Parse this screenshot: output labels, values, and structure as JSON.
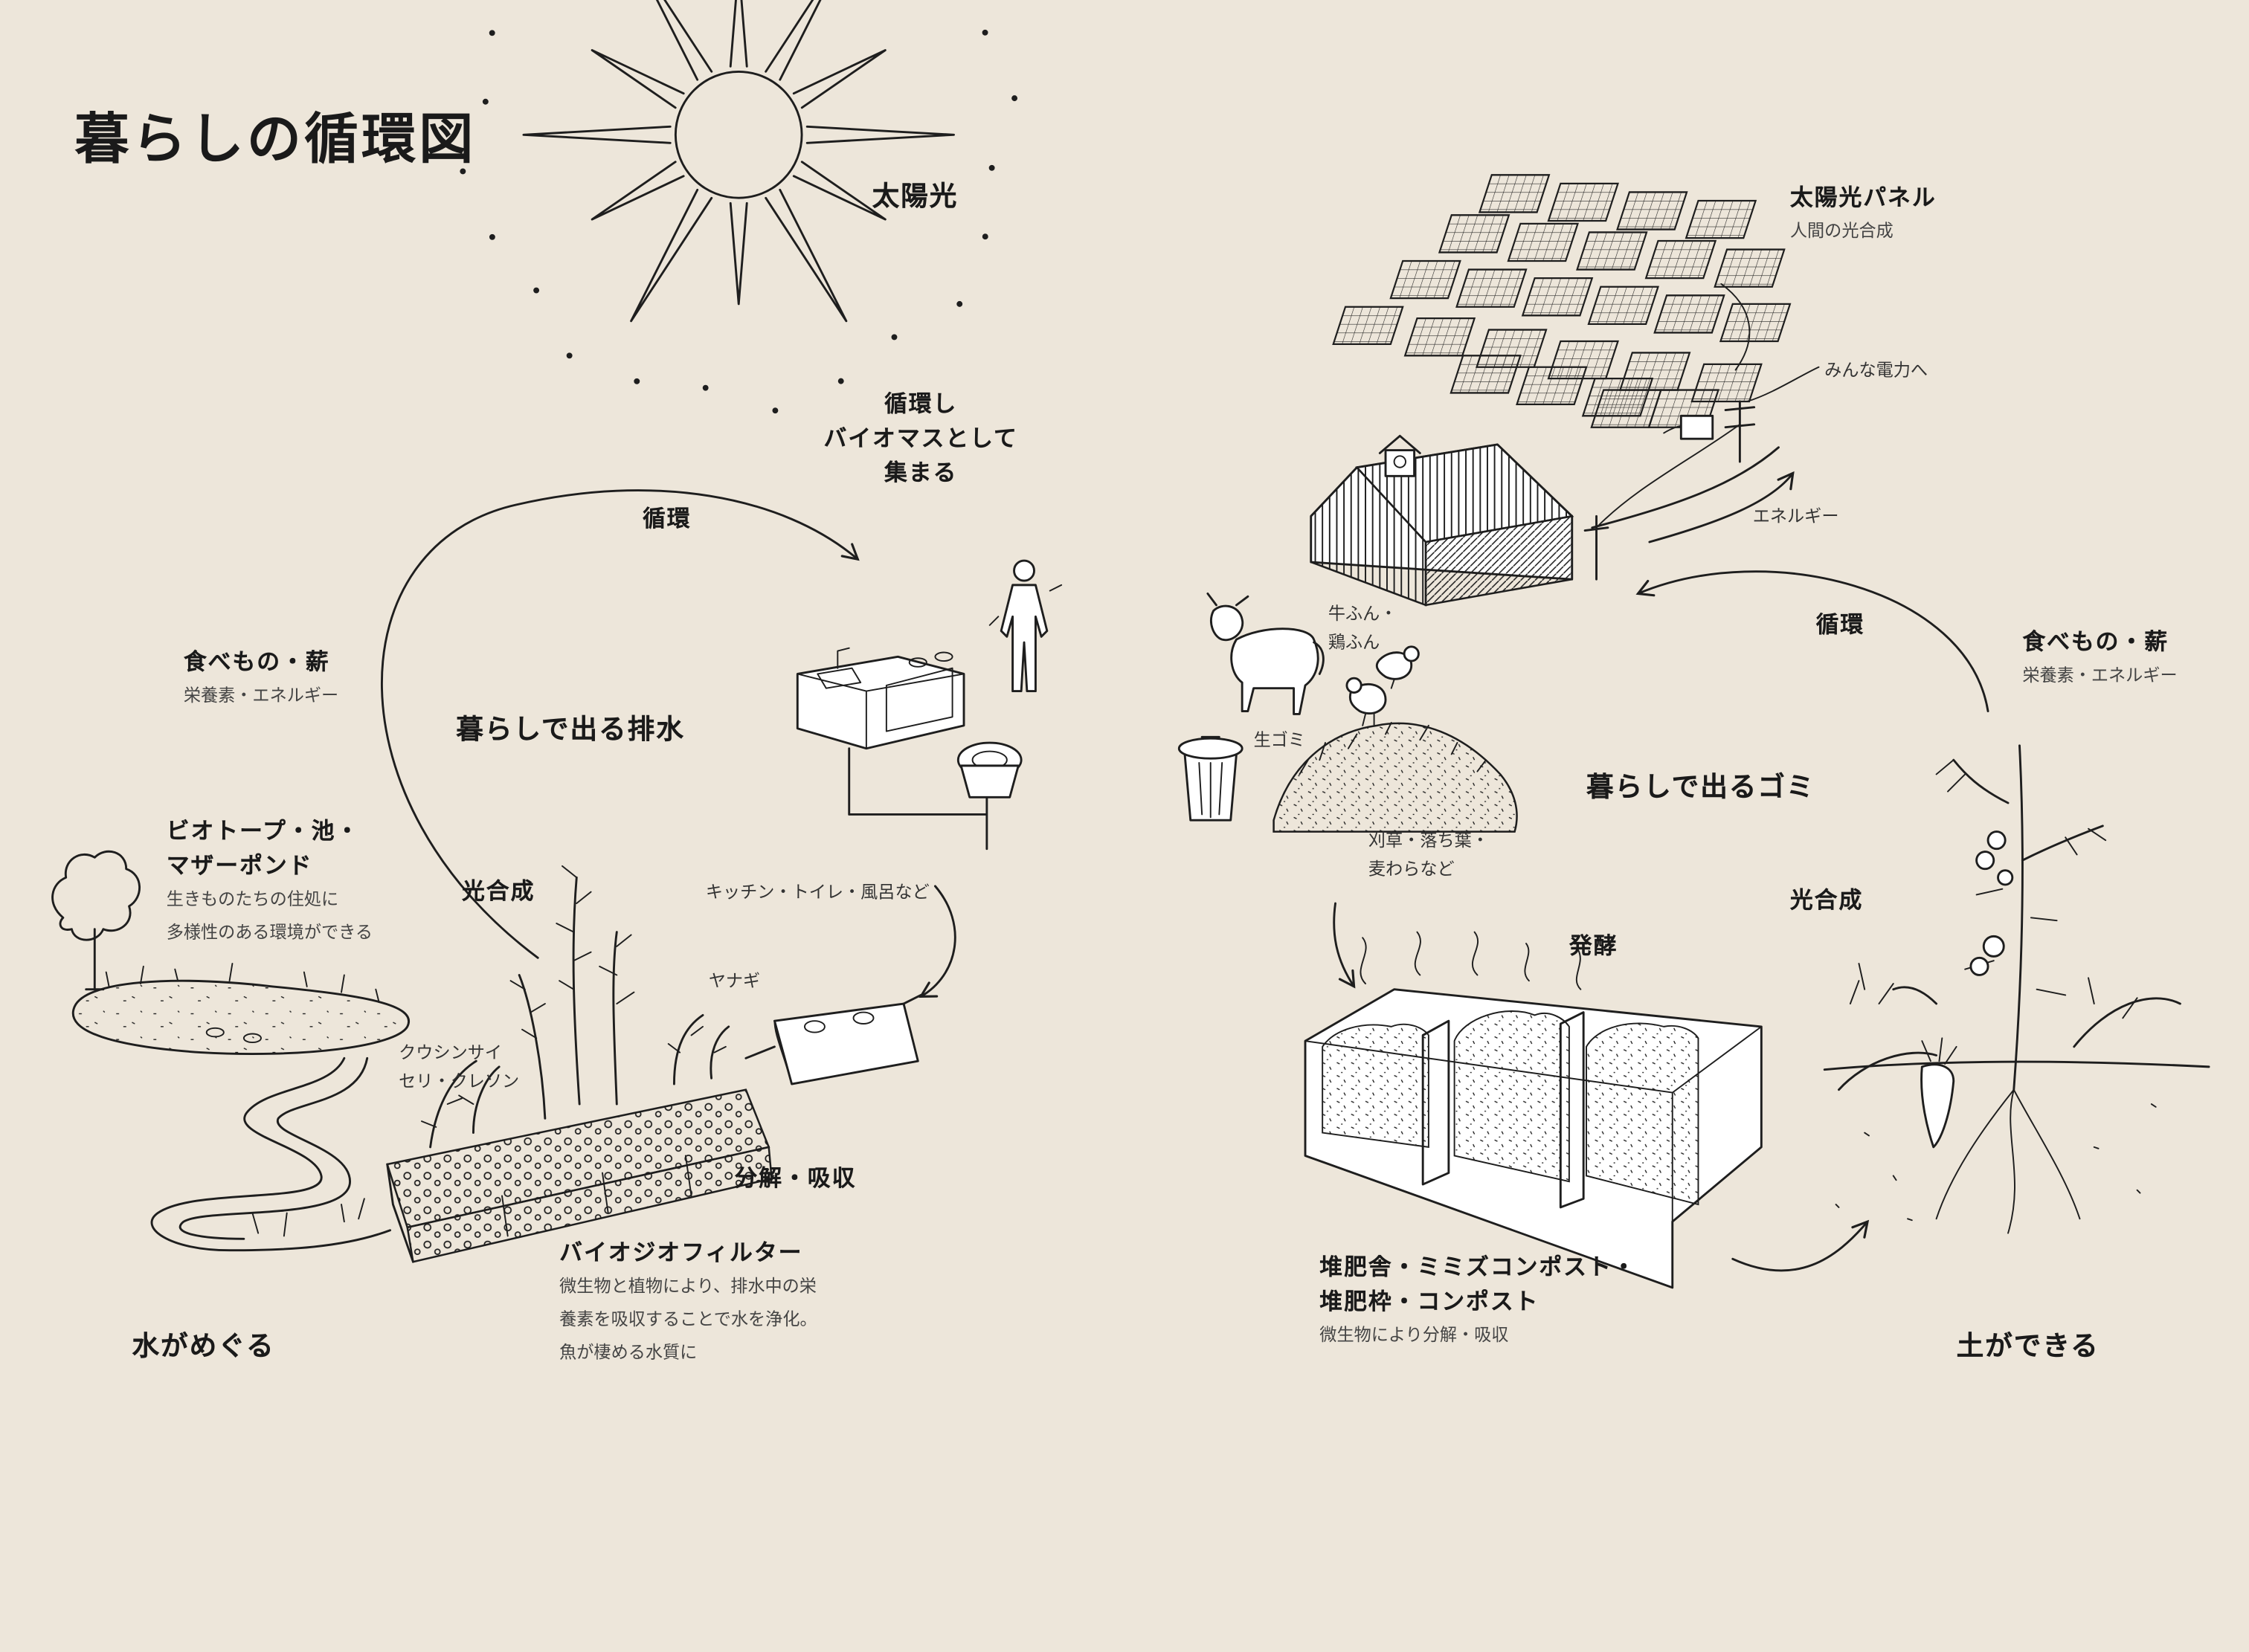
{
  "title": "暮らしの循環図",
  "sun": {
    "label": "太陽光"
  },
  "solar_panel": {
    "title": "太陽光パネル",
    "subtitle": "人間の光合成",
    "to_everyone": "みんな電力へ",
    "energy": "エネルギー"
  },
  "collect": {
    "line1": "循環し",
    "line2": "バイオマスとして",
    "line3": "集まる"
  },
  "left_cycle": {
    "cycle_label": "循環",
    "food": {
      "title": "食べもの・薪",
      "subtitle": "栄養素・エネルギー"
    },
    "center_label": "暮らしで出る排水",
    "biotope": {
      "title_line1": "ビオトープ・池・",
      "title_line2": "マザーポンド",
      "desc_line1": "生きものたちの住処に",
      "desc_line2": "多様性のある環境ができる"
    },
    "photosynthesis": "光合成",
    "sources": "キッチン・トイレ・風呂など",
    "willow": "ヤナギ",
    "plants_line1": "クウシンサイ",
    "plants_line2": "セリ・クレソン",
    "decompose": "分解・吸収",
    "filter": {
      "title": "バイオジオフィルター",
      "desc_line1": "微生物と植物により、排水中の栄",
      "desc_line2": "養素を吸収することで水を浄化。",
      "desc_line3": "魚が棲める水質に"
    },
    "bottom": "水がめぐる"
  },
  "right_cycle": {
    "cycle_label": "循環",
    "food": {
      "title": "食べもの・薪",
      "subtitle": "栄養素・エネルギー"
    },
    "center_label": "暮らしで出るゴミ",
    "manure_line1": "牛ふん・",
    "manure_line2": "鶏ふん",
    "kitchen_waste": "生ゴミ",
    "grass_line1": "刈草・落ち葉・",
    "grass_line2": "麦わらなど",
    "ferment": "発酵",
    "photosynthesis": "光合成",
    "compost": {
      "title_line1": "堆肥舎・ミミズコンポスト・",
      "title_line2": "堆肥枠・コンポスト",
      "desc": "微生物により分解・吸収"
    },
    "bottom": "土ができる"
  },
  "icons": [
    "sun-icon",
    "solar-panel-array-icon",
    "barn-icon",
    "power-pole-icon",
    "cow-icon",
    "chicken-icon",
    "trash-can-icon",
    "compost-pile-icon",
    "person-icon",
    "kitchen-sink-icon",
    "toilet-icon",
    "septic-tank-icon",
    "biofilter-icon",
    "pond-icon",
    "stream-icon",
    "tree-icon",
    "willow-icon",
    "compost-bin-icon",
    "tomato-plant-icon",
    "carrot-icon",
    "cycle-arrow-icon"
  ]
}
